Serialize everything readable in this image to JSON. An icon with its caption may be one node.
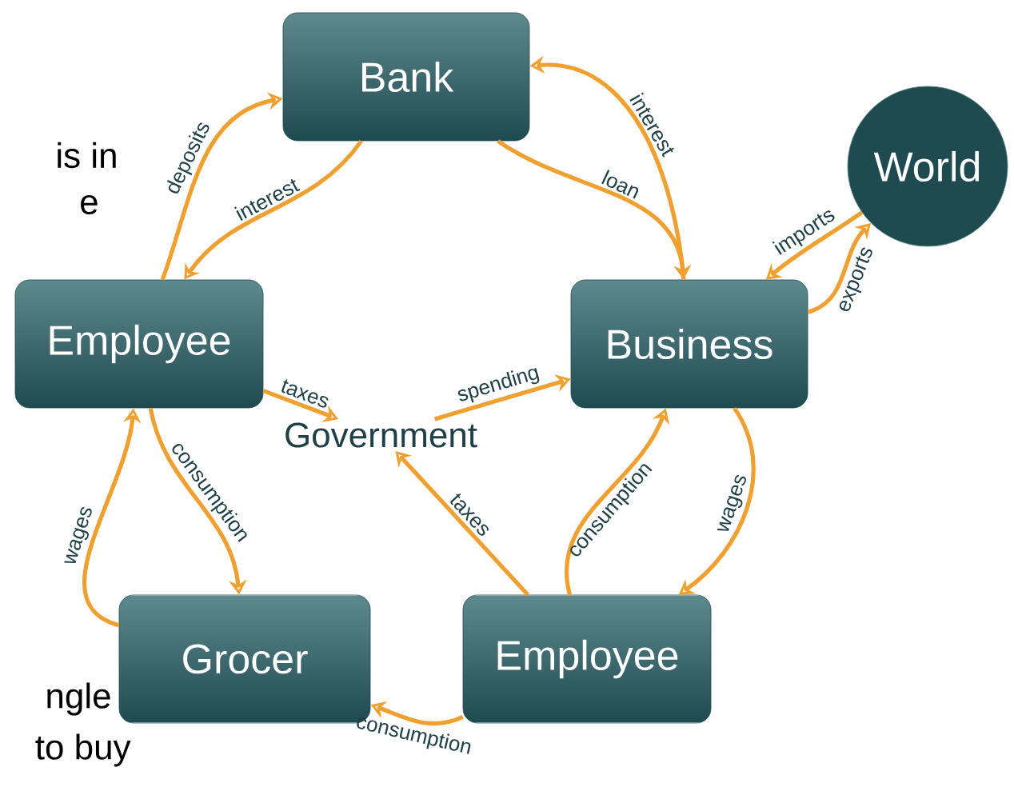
{
  "diagram": {
    "nodes": [
      {
        "text": [
          "Bank"
        ]
      },
      {
        "text": [
          "World"
        ]
      },
      {
        "text": [
          "Employee"
        ]
      },
      {
        "text": [
          "Business"
        ]
      },
      {
        "text": [
          "Government"
        ]
      },
      {
        "text": [
          "Grocer"
        ]
      },
      {
        "text": [
          "Employee"
        ]
      }
    ],
    "edges": [
      {
        "from": 2,
        "to": 0,
        "arrow": "to",
        "label": "deposits"
      },
      {
        "from": 0,
        "to": 2,
        "arrow": "to",
        "label": "interest"
      },
      {
        "from": 0,
        "to": 3,
        "arrow": "to",
        "label": "loan"
      },
      {
        "from": 3,
        "to": 0,
        "arrow": "to",
        "label": "interest"
      },
      {
        "from": 1,
        "to": 3,
        "arrow": "to",
        "label": "imports"
      },
      {
        "from": 3,
        "to": 1,
        "arrow": "to",
        "label": "exports"
      },
      {
        "from": 2,
        "to": 4,
        "arrow": "to",
        "label": "taxes"
      },
      {
        "from": 4,
        "to": 3,
        "arrow": "to",
        "label": "spending"
      },
      {
        "from": 6,
        "to": 4,
        "arrow": "to",
        "label": "taxes"
      },
      {
        "from": 2,
        "to": 5,
        "arrow": "to",
        "label": "consumption"
      },
      {
        "from": 5,
        "to": 2,
        "arrow": "to",
        "label": "wages"
      },
      {
        "from": 6,
        "to": 3,
        "arrow": "to",
        "label": "consumption"
      },
      {
        "from": 3,
        "to": 6,
        "arrow": "to",
        "label": "wages"
      },
      {
        "from": 6,
        "to": 5,
        "arrow": "to",
        "label": "consumption"
      }
    ],
    "labels": [
      "is in",
      "e",
      "ngle",
      "to buy"
    ]
  }
}
